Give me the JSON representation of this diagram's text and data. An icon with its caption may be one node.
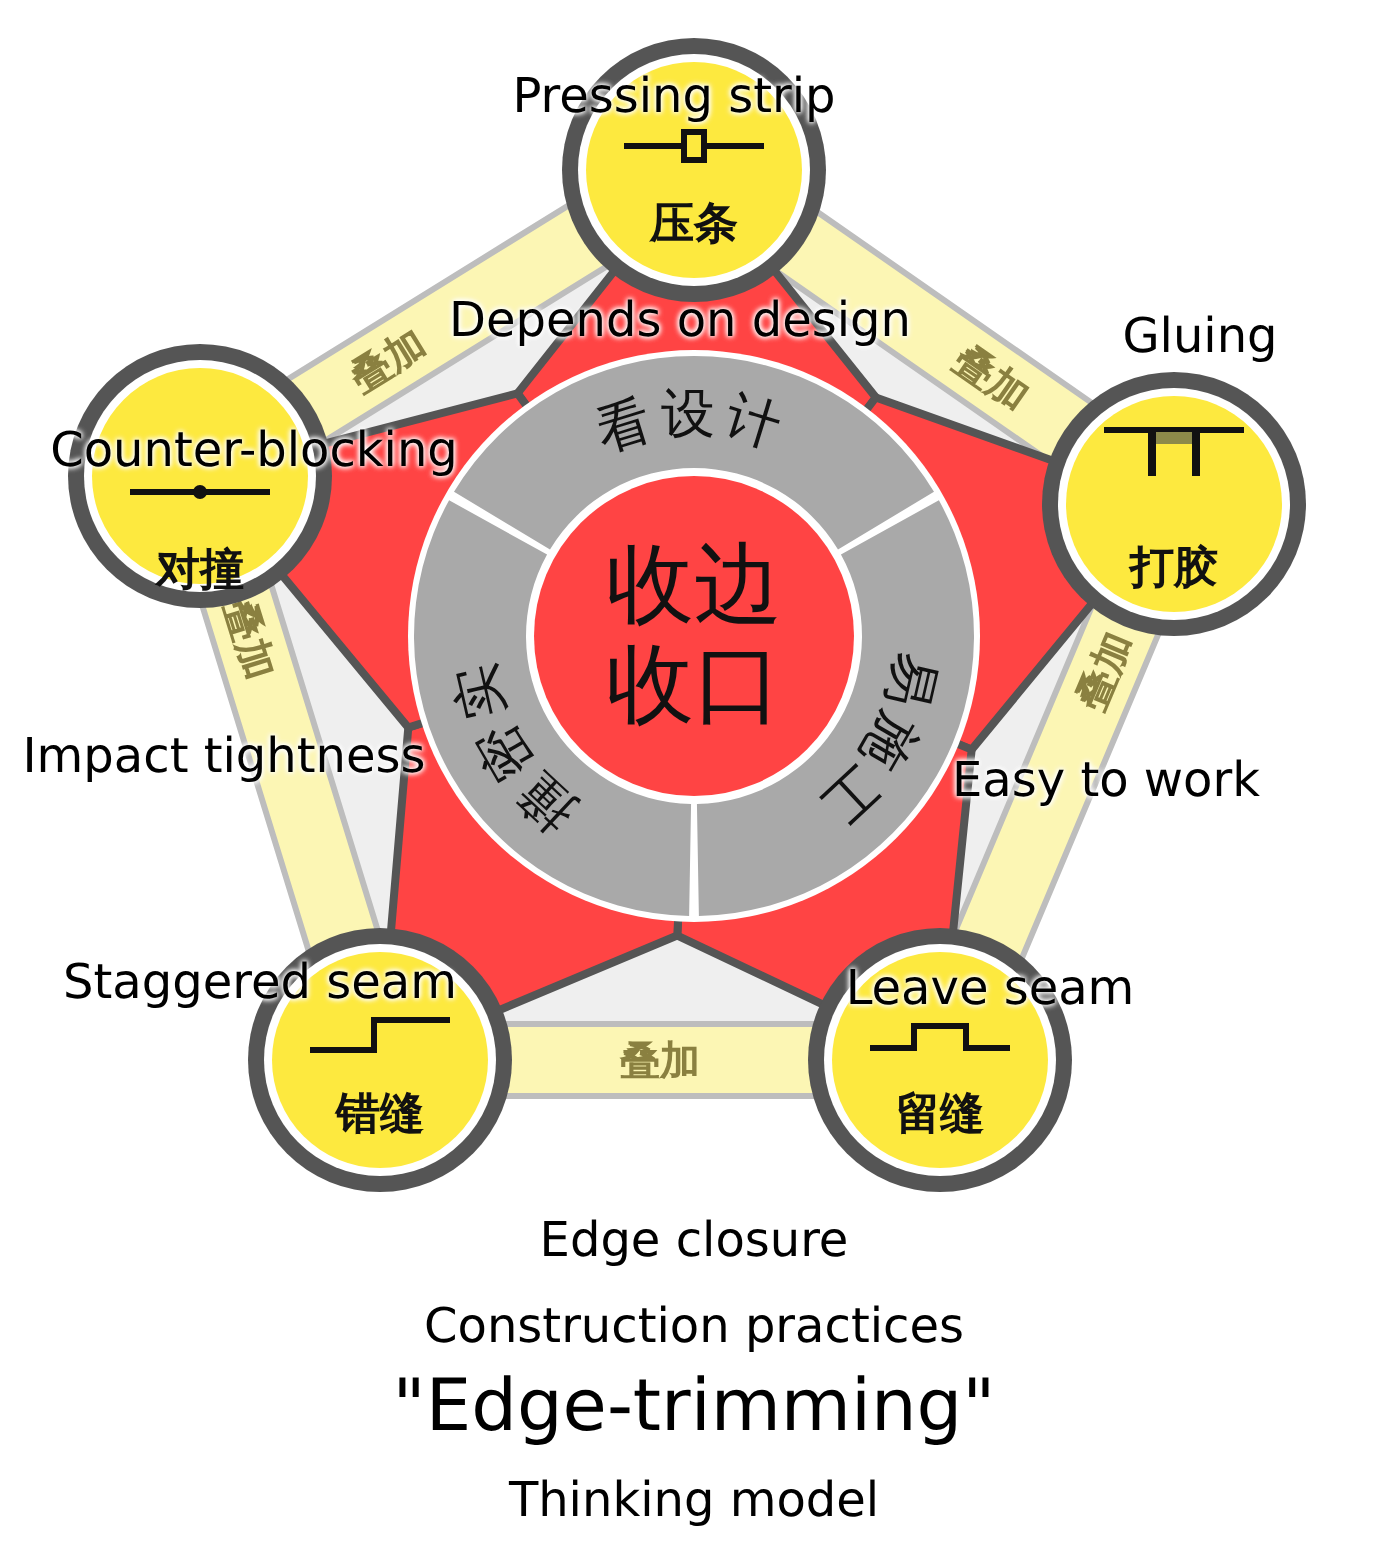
{
  "diagram": {
    "title": "\"Edge-trimming\"",
    "nodes": [
      {
        "text": [
          "收边收口"
        ]
      },
      {
        "text": [
          "看设计"
        ],
        "beside": [
          "Depends on design"
        ]
      },
      {
        "text": [
          "易施工"
        ],
        "beside": [
          "Easy to work"
        ]
      },
      {
        "text": [
          "撞密实"
        ],
        "beside": [
          "Impact tightness"
        ]
      },
      {
        "text": [
          "Pressing strip",
          "压条"
        ]
      },
      {
        "text": [
          "Gluing",
          "打胶"
        ]
      },
      {
        "text": [
          "Leave seam",
          "留缝"
        ]
      },
      {
        "text": [
          "Staggered seam",
          "错缝"
        ]
      },
      {
        "text": [
          "Counter-blocking",
          "对撞"
        ]
      }
    ],
    "edges": [
      {
        "from": 4,
        "to": 5,
        "arrow": "none",
        "label": "叠加"
      },
      {
        "from": 5,
        "to": 6,
        "arrow": "none",
        "label": "叠加"
      },
      {
        "from": 6,
        "to": 7,
        "arrow": "none",
        "label": "叠加"
      },
      {
        "from": 7,
        "to": 8,
        "arrow": "none",
        "label": "叠加"
      },
      {
        "from": 8,
        "to": 4,
        "arrow": "none",
        "label": "叠加"
      }
    ],
    "labels": [
      "Edge closure",
      "Construction practices",
      "Thinking model"
    ]
  }
}
